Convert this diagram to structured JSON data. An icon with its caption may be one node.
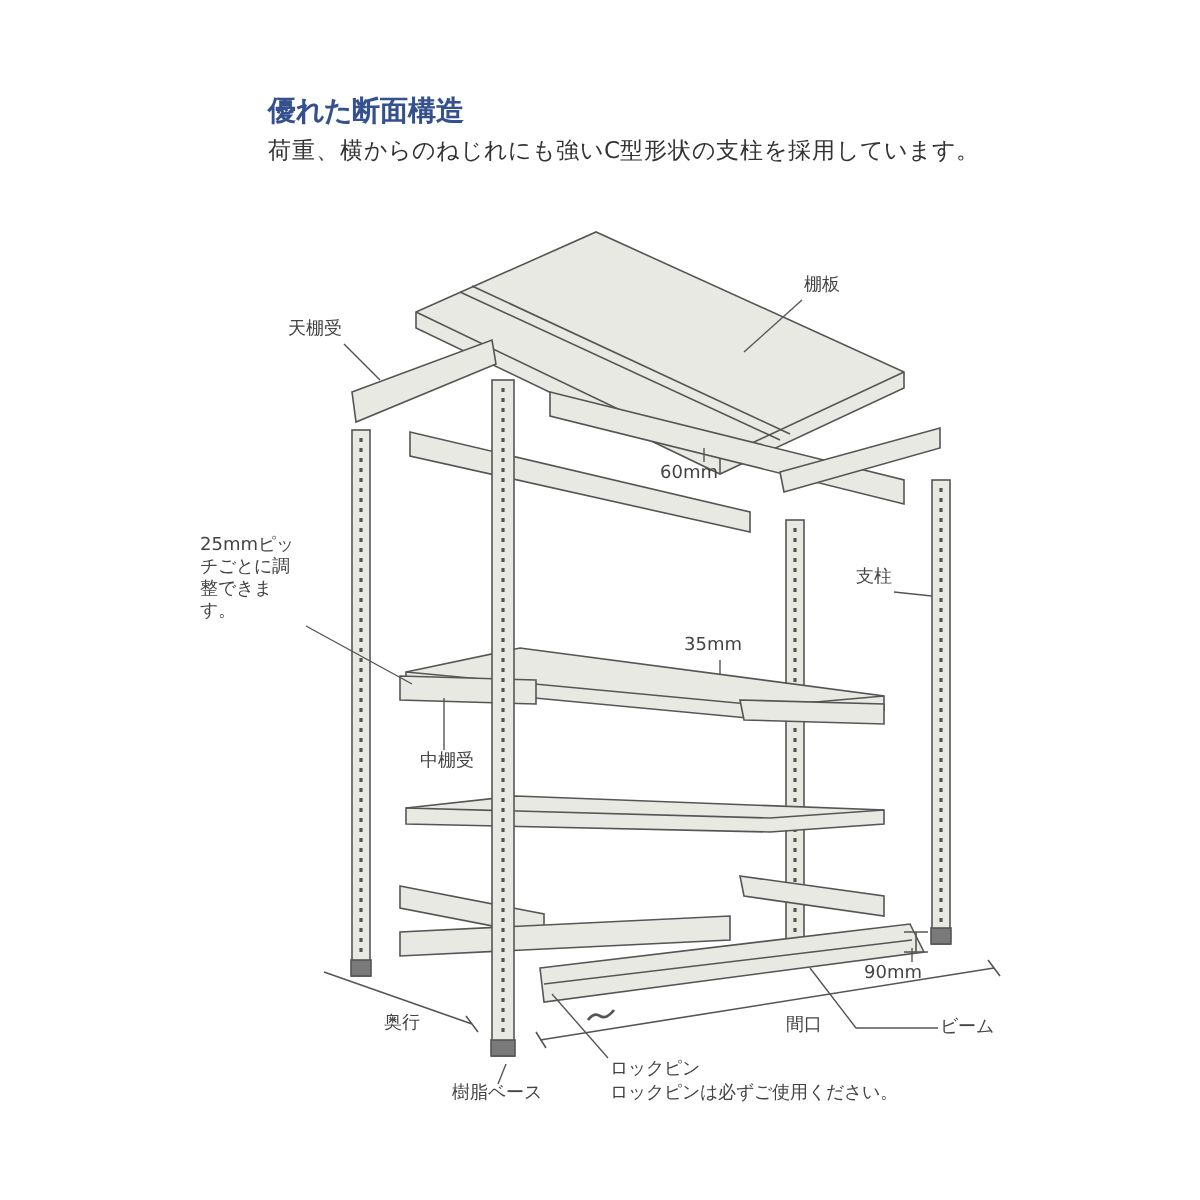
{
  "diagram": {
    "title": "優れた断面構造",
    "nodes": [
      {
        "text": [
          "棚板"
        ]
      },
      {
        "text": [
          "天棚受"
        ]
      },
      {
        "text": [
          "60mm"
        ]
      },
      {
        "text": [
          "支柱"
        ]
      },
      {
        "text": [
          "25mmピッチごとに調整できます。"
        ]
      },
      {
        "text": [
          "35mm"
        ]
      },
      {
        "text": [
          "中棚受"
        ]
      },
      {
        "text": [
          "90mm"
        ]
      },
      {
        "text": [
          "ビーム"
        ]
      },
      {
        "text": [
          "樹脂ベース"
        ]
      },
      {
        "text": [
          "ロックピン"
        ]
      }
    ],
    "edges": [
      {
        "from": 0,
        "to": null,
        "arrow": "none"
      },
      {
        "from": 1,
        "to": null,
        "arrow": "none"
      },
      {
        "from": 2,
        "to": null,
        "arrow": "none"
      },
      {
        "from": 3,
        "to": null,
        "arrow": "none"
      },
      {
        "from": 4,
        "to": null,
        "arrow": "none"
      },
      {
        "from": 5,
        "to": null,
        "arrow": "none"
      },
      {
        "from": 6,
        "to": null,
        "arrow": "none"
      },
      {
        "from": 7,
        "to": null,
        "arrow": "none"
      },
      {
        "from": 8,
        "to": null,
        "arrow": "none"
      },
      {
        "from": 9,
        "to": null,
        "arrow": "none"
      },
      {
        "from": 10,
        "to": null,
        "arrow": "none"
      }
    ],
    "labels": [
      "荷重、横からのねじれにも強いC型形状の支柱を採用しています。",
      "奥行",
      "間口",
      "ロックピンは必ずご使用ください。"
    ]
  }
}
